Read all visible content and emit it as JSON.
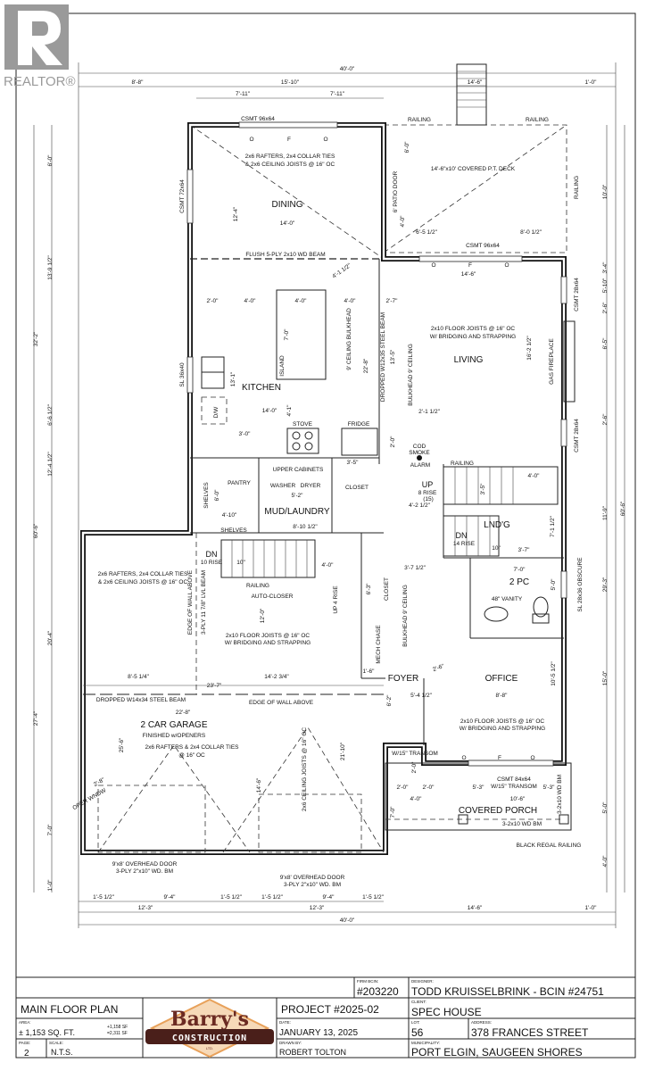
{
  "realtor_logo": {
    "text": "REALTOR®",
    "color": "#9a9a9a",
    "icon": "realtor-r-icon"
  },
  "plan": {
    "rooms": {
      "dining": "DINING",
      "kitchen": "KITCHEN",
      "living": "LIVING",
      "pantry": "PANTRY",
      "mud_laundry": "MUD/LAUNDRY",
      "garage": "2 CAR GARAGE",
      "garage_sub": "FINISHED w/OPENERS",
      "foyer": "FOYER",
      "office": "OFFICE",
      "two_pc": "2 PC",
      "landing": "LND'G",
      "porch": "COVERED PORCH",
      "deck": "14'-6\"x10' COVERED P.T. DECK",
      "closet": "CLOSET",
      "mech_chase": "MECH CHASE",
      "island": "ISLAND",
      "stove": "STOVE",
      "fridge": "FRIDGE",
      "upper_cabinets": "UPPER CABINETS",
      "washer": "WASHER",
      "dryer": "DRYER",
      "shelves": "SHELVES",
      "vanity": "48\" VANITY",
      "fireplace": "GAS FIREPLACE",
      "dw": "D/W"
    },
    "notes": {
      "rafters_1": "2x6 RAFTERS, 2x4 COLLAR TIES",
      "rafters_2": "& 2x6 CEILING JOISTS @ 16\" OC",
      "flush_beam": "FLUSH 5-PLY 2x10 WD BEAM",
      "floor_joists_1": "2x10 FLOOR JOISTS @ 16\" OC",
      "floor_joists_2": "W/ BRIDGING AND STRAPPING",
      "steel_beam_12": "DROPPED W12x35 STEEL BEAM",
      "ceiling_bulkhead": "9' CEILING BULKHEAD",
      "bulkhead_ceiling": "BULKHEAD 9' CEILING",
      "smoke_1": "COD",
      "smoke_2": "SMOKE",
      "smoke_3": "ALARM",
      "up_1": "UP",
      "up_2": "8 RISE",
      "up_3": "(15)",
      "dn": "DN",
      "dn_10": "10 RISE",
      "dn_14": "14 RISE",
      "up_4": "UP 4 RISE",
      "railing": "RAILING",
      "auto_closer": "AUTO-CLOSER",
      "patio_door": "6' PATIO DOOR",
      "edge_wall": "EDGE OF WALL ABOVE",
      "lvl_beam": "3-PLY 11 7/8\" LVL BEAM",
      "steel_beam_14": "DROPPED W14x34 STEEL BEAM",
      "garage_rafters_1": "2x6 RAFTERS & 2x4 COLLAR TIES",
      "garage_rafters_2": "@ 16\" OC",
      "ceiling_joists": "2x6 CEILING JOISTS @ 16\" OC",
      "oper_wndw": "OPER WNDW",
      "oh_door_1": "9'x8' OVERHEAD DOOR",
      "oh_door_2": "3-PLY 2\"x10\" WD. BM",
      "transom": "W/15\" TRANSOM",
      "csmt_84": "CSMT 84x64",
      "porch_beam": "3-2x10 WD BM",
      "black_railing": "BLACK REGAL RAILING",
      "csmt_96": "CSMT 96x64",
      "csmt_72": "CSMT 72x64",
      "sl_36": "SL 36x40",
      "csmt_28": "CSMT 28x64",
      "sl_28": "SL 28x36 OBSCURE",
      "win_o": "O",
      "win_f": "F"
    },
    "dims": [
      "40'-0\"",
      "8'-8\"",
      "15'-10\"",
      "14'-6\"",
      "1'-0\"",
      "7'-11\"",
      "7'-11\"",
      "32'-2\"",
      "60'-6\"",
      "27'-4\"",
      "6'-0\"",
      "13'-9 1/2\"",
      "6'-6 1/2\"",
      "12'-4 1/2\"",
      "20'-4\"",
      "7'-0\"",
      "1'-0\"",
      "10'-0\"",
      "3'-4\"",
      "5'-10\"",
      "2'-6\"",
      "6'-5\"",
      "2'-6\"",
      "11'-9\"",
      "29'-3\"",
      "60'-6\"",
      "15'-0\"",
      "5'-0\"",
      "4'-0\"",
      "1'-5 1/2\"",
      "9'-4\"",
      "1'-5 1/2\"",
      "1'-5 1/2\"",
      "9'-4\"",
      "1'-5 1/2\"",
      "12'-3\"",
      "12'-3\"",
      "14'-6\"",
      "1'-0\"",
      "40'-0\"",
      "14'-0\"",
      "12'-4\"",
      "6'-0\"",
      "4'-0\"",
      "6'-5 1/2\"",
      "8'-0 1/2\"",
      "14'-6\"",
      "4'-1 1/2\"",
      "2'-0\"",
      "4'-0\"",
      "4'-0\"",
      "4'-0\"",
      "2'-7\"",
      "7'-0\"",
      "13'-1\"",
      "22'-8\"",
      "13'-5\"",
      "16'-2 1/2\"",
      "14'-0\"",
      "4'-1\"",
      "2'-1 1/2\"",
      "3'-0\"",
      "2'-0\"",
      "5'-2\"",
      "3'-5\"",
      "4'-0\"",
      "3'-5\"",
      "4'-2 1/2\"",
      "4'-10\"",
      "8'-10 1/2\"",
      "4'-0\"",
      "3'-7 1/2\"",
      "7'-0\"",
      "3'-7\"",
      "7'-1 1/2\"",
      "5'-0\"",
      "6'-3\"",
      "12'-0\"",
      "8'-5 1/4\"",
      "14'-2 3/4\"",
      "23'-7\"",
      "22'-8\"",
      "25'-6\"",
      "21'-10\"",
      "14'-6\"",
      "10'-5 1/2\"",
      "8'-8\"",
      "5'-4 1/2\"",
      "2'-6\"",
      "6'-2\"",
      "1'-6\"",
      "2'-0\"",
      "2'-0\"",
      "5'-3\"",
      "5'-3\"",
      "4'-0\"",
      "10'-6\"",
      "7'-0\"",
      "2'-0\"",
      "2'-8\"",
      "6'-0\"",
      "10\"",
      "10\""
    ]
  },
  "title_block": {
    "firm_bcin_label": "FIRM BCIN:",
    "firm_bcin": "#203220",
    "designer_label": "DESIGNER:",
    "designer": "TODD KRUISSELBRINK - BCIN #24751",
    "sheet_title": "MAIN FLOOR PLAN",
    "project": "PROJECT #2025-02",
    "client_label": "CLIENT:",
    "client": "SPEC HOUSE",
    "area_label": "AREA:",
    "area": "± 1,153 SQ. FT.",
    "area_extra_1": "+1,158 SF",
    "area_extra_2": "=2,311 SF",
    "date_label": "DATE:",
    "date": "JANUARY 13, 2025",
    "lot_label": "LOT:",
    "lot": "56",
    "address_label": "ADDRESS:",
    "address": "378 FRANCES STREET",
    "page_label": "PAGE:",
    "page": "2",
    "scale_label": "SCALE:",
    "scale": "N.T.S.",
    "drawn_by_label": "DRAWN BY:",
    "drawn_by": "ROBERT TOLTON",
    "municipality_label": "MUNICIPALITY:",
    "municipality": "PORT ELGIN, SAUGEEN SHORES",
    "logo": {
      "name": "Barry's",
      "sub": "CONSTRUCTION",
      "ltd": "LTD.",
      "colors": {
        "maroon": "#6b2a22",
        "orange": "#e8a15a"
      }
    }
  }
}
